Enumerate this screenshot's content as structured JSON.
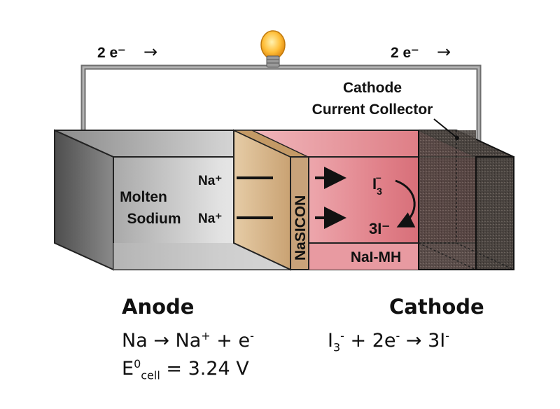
{
  "circuit": {
    "left_electron_label": "2 e⁻",
    "right_electron_label": "2 e⁻",
    "arrow_glyph": "→",
    "bulb_icon": "lightbulb-icon"
  },
  "cell": {
    "cathode_collector_label_line1": "Cathode",
    "cathode_collector_label_line2": "Current Collector",
    "anode_material_line1": "Molten",
    "anode_material_line2": "Sodium",
    "ion_label_top": "Na⁺",
    "ion_label_bottom": "Na⁺",
    "separator_label": "NaSICON",
    "triiodide_base": "I",
    "triiodide_sub": "3",
    "triiodide_sup": "–",
    "iodide_label": "3I⁻",
    "catholyte_label": "NaI-MH"
  },
  "anode_eq": {
    "title": "Anode",
    "reaction_lhs": "Na → Na",
    "reaction_sup": "+",
    "reaction_rhs": " + e",
    "reaction_end_sup": "-",
    "potential_symbol": "E",
    "potential_sup": "0",
    "potential_sub": "cell",
    "potential_value": " = 3.24 V"
  },
  "cathode_eq": {
    "title": "Cathode",
    "reaction_i": "I",
    "reaction_i_sub": "3",
    "reaction_i_sup": "-",
    "reaction_mid": " + 2e",
    "reaction_mid_sup": "-",
    "reaction_rhs": " → 3I",
    "reaction_rhs_sup": "-"
  },
  "colors": {
    "wire": "#8c8c8c",
    "anode_front": "#d6d6d6",
    "separator": "#d9b88c",
    "catholyte": "#e07f88",
    "collector": "#4d4540"
  }
}
